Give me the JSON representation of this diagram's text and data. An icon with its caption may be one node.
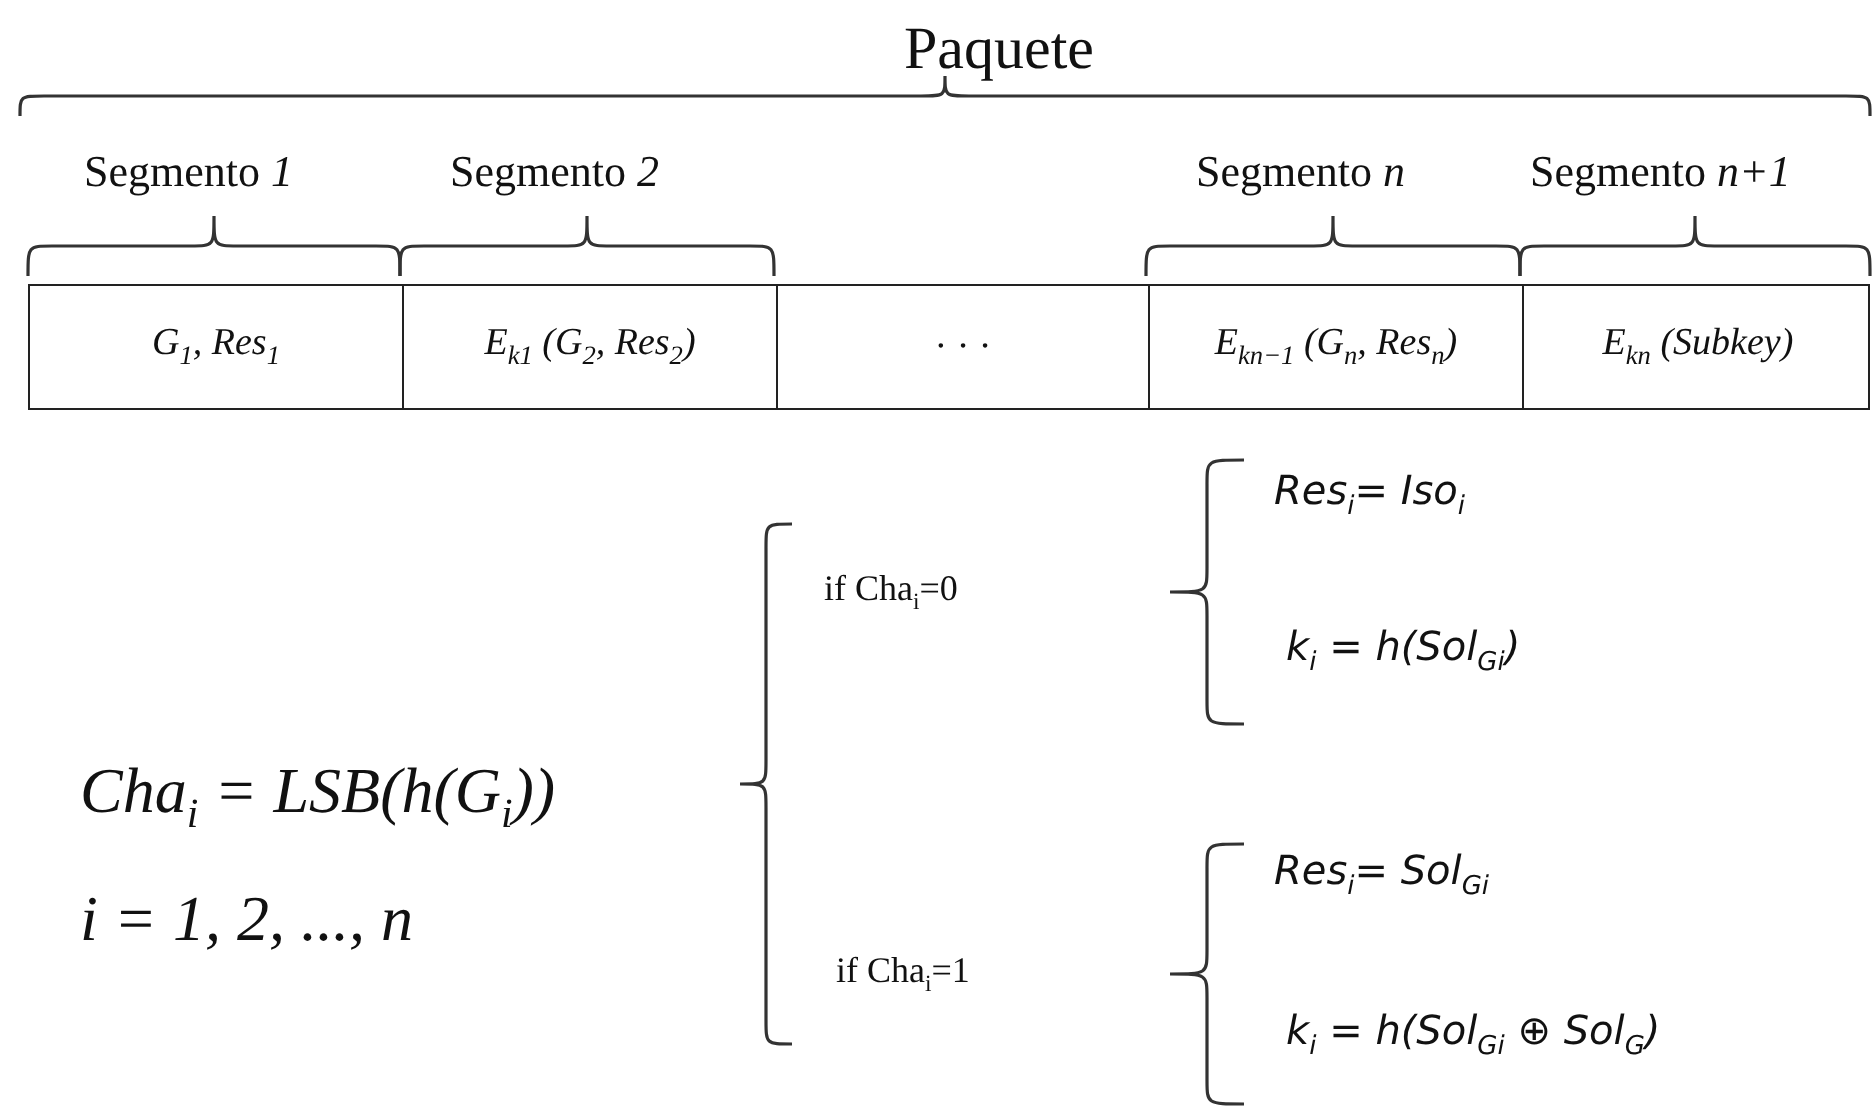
{
  "diagram": {
    "nodes": [
      {
        "text": [
          "G$_{1}$, Res$_{1}$"
        ]
      },
      {
        "text": [
          "E$_{k1}$ (G$_{2}$, Res$_{2}$)"
        ]
      },
      {
        "text": [
          "· · ·"
        ]
      },
      {
        "text": [
          "E$_{kn−1}$ (G$_{n}$, Res$_{n}$)"
        ]
      },
      {
        "text": [
          "E$_{kn}$ (Subkey)"
        ]
      }
    ],
    "labels": [
      "Paquete",
      "Segmento *1*",
      "Segmento *2*",
      "Segmento *n*",
      "Segmento *n+1*",
      "Cha$_{i}$ = LSB(h(G$_{i}$))",
      "i = 1, 2, ..., n",
      "if Cha$_{i}$=0",
      "Res$_{i}$= Iso$_{i}$",
      "k$_{i}$ = h(Sol$_{Gi}$)",
      "if Cha$_{i}$=1",
      "Res$_{i}$= Sol$_{Gi}$",
      "k$_{i}$ = h(Sol$_{Gi}$ ⊕ Sol$_{G}$)"
    ]
  }
}
